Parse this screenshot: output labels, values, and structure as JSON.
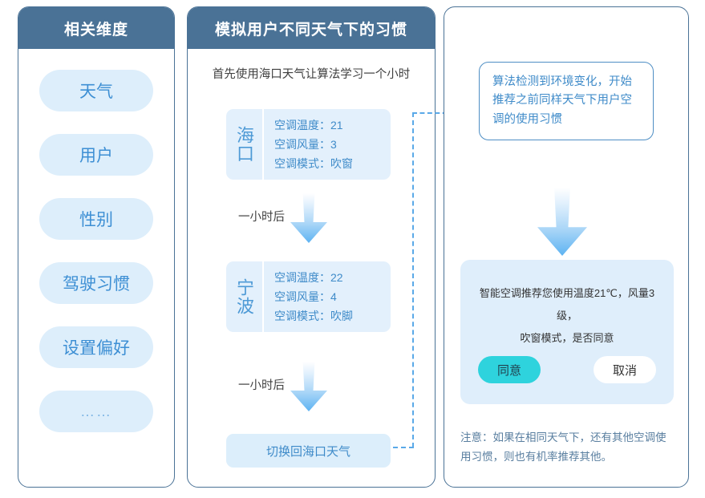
{
  "panels": {
    "dimensions": {
      "title": "相关维度",
      "items": [
        {
          "label": "天气"
        },
        {
          "label": "用户"
        },
        {
          "label": "性别"
        },
        {
          "label": "驾驶习惯"
        },
        {
          "label": "设置偏好"
        },
        {
          "label": "……"
        }
      ]
    },
    "simulation": {
      "title": "模拟用户不同天气下的习惯",
      "intro": "首先使用海口天气让算法学习一个小时",
      "states": [
        {
          "city": "海口",
          "attrs": [
            "空调温度：21",
            "空调风量：3",
            "空调模式：吹窗"
          ]
        },
        {
          "city": "宁波",
          "attrs": [
            "空调温度：22",
            "空调风量：4",
            "空调模式：吹脚"
          ]
        }
      ],
      "transition_labels": [
        "一小时后",
        "一小时后"
      ],
      "switch_back": "切换回海口天气"
    },
    "recommendation": {
      "callout": "算法检测到环境变化，开始推荐之前同样天气下用户空调的使用习惯",
      "dialog": {
        "line1": "智能空调推荐您使用温度21℃，风量3级，",
        "line2": "吹窗模式，是否同意",
        "agree_label": "同意",
        "cancel_label": "取消"
      },
      "footnote": "注意：如果在相同天气下，还有其他空调使用习惯，则也有机率推荐其他。"
    }
  },
  "colors": {
    "header_blue": "#4a7296",
    "pill_bg": "#ddeefb",
    "pill_text": "#3d8fd4",
    "card_bg": "#e3f0fc",
    "accent_cyan": "#2ed3dd",
    "dash_blue": "#5aa9e8"
  }
}
